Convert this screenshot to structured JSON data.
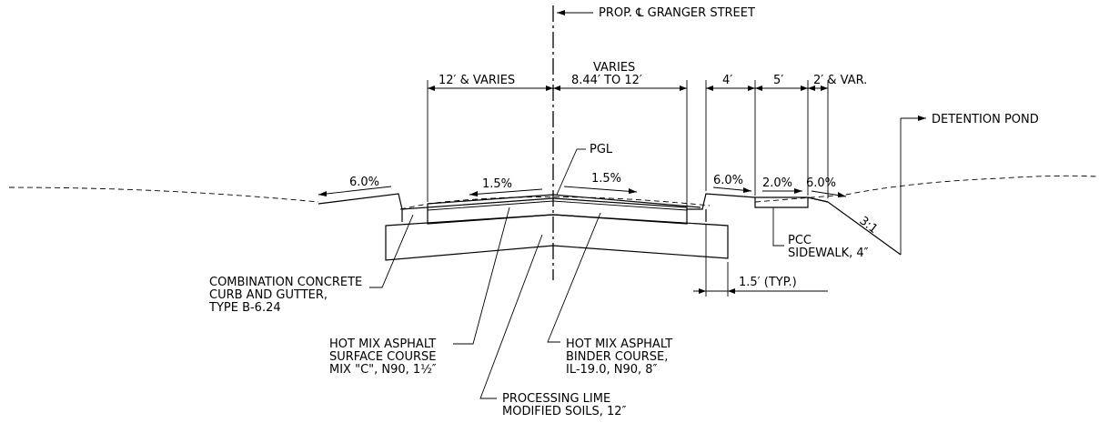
{
  "labels": {
    "centerline": "PROP. ℄ GRANGER STREET",
    "detention_pond": "DETENTION POND",
    "pgl": "PGL",
    "dim_left": "12′ & VARIES",
    "dim_right_top": "VARIES",
    "dim_right_bottom": "8.44′ TO 12′",
    "dim_4": "4′",
    "dim_5": "5′",
    "dim_2var": "2′ & VAR.",
    "dim_1_5_typ": "1.5′ (TYP.)",
    "slope_6_left": "6.0%",
    "slope_1_5_left": "1.5%",
    "slope_1_5_right": "1.5%",
    "slope_6_right": "6.0%",
    "slope_2_0": "2.0%",
    "slope_6_far": "6.0%",
    "slope_3_1": "3:1",
    "curb": [
      "COMBINATION CONCRETE",
      "CURB AND GUTTER,",
      "TYPE B-6.24"
    ],
    "sidewalk": [
      "PCC",
      "SIDEWALK, 4″"
    ],
    "surface": [
      "HOT MIX ASPHALT",
      "SURFACE COURSE",
      "MIX \"C\", N90, 1½″"
    ],
    "binder": [
      "HOT MIX ASPHALT",
      "BINDER COURSE,",
      "IL-19.0, N90, 8″"
    ],
    "lime": [
      "PROCESSING LIME",
      "MODIFIED SOILS, 12″"
    ]
  }
}
